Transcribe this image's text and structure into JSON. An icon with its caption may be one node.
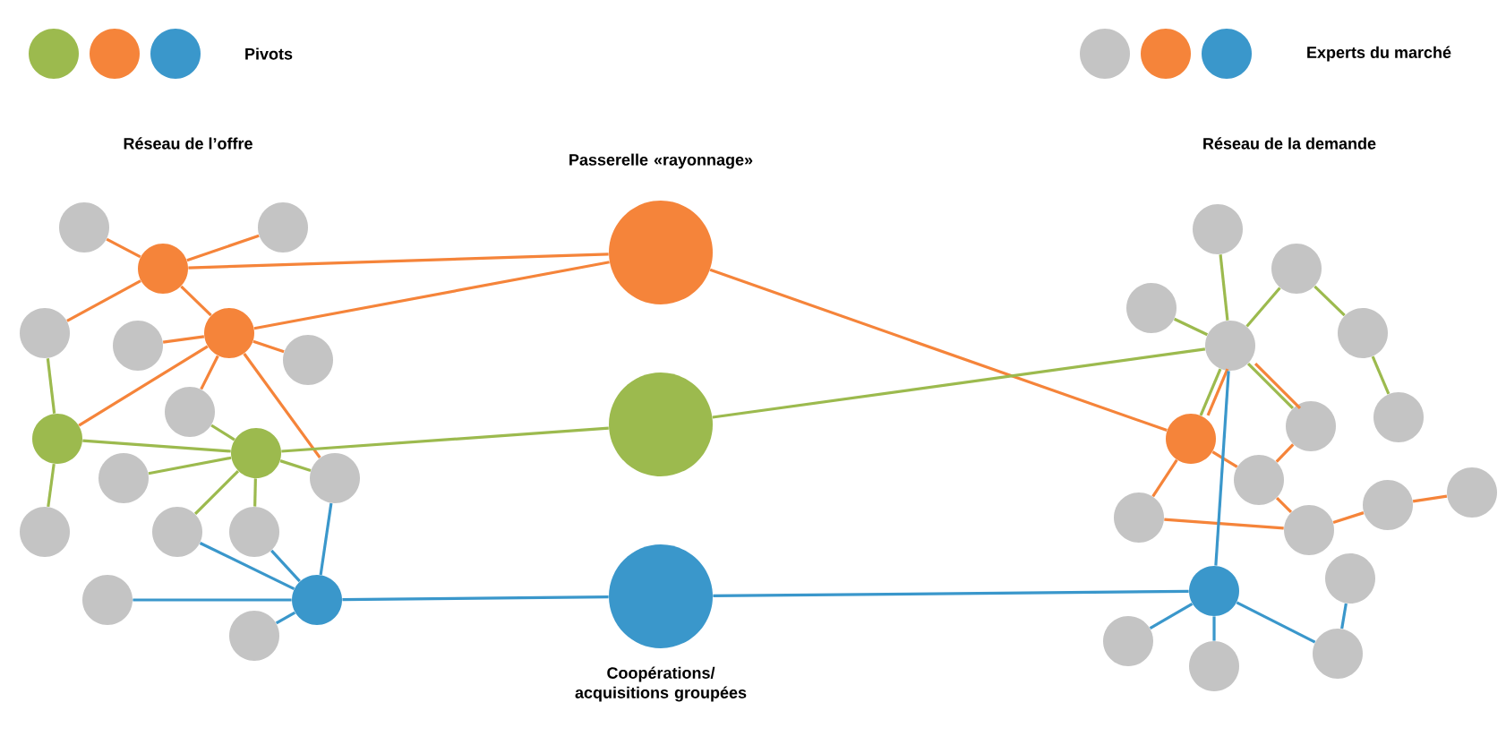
{
  "diagram": {
    "nodes": [
      {
        "text": [],
        "shape": "circle"
      },
      {
        "text": [],
        "shape": "circle"
      },
      {
        "text": [],
        "shape": "circle"
      },
      {
        "text": [],
        "shape": "circle"
      },
      {
        "text": [],
        "shape": "circle"
      },
      {
        "text": [],
        "shape": "circle"
      },
      {
        "text": [],
        "shape": "circle"
      },
      {
        "text": [],
        "shape": "circle"
      },
      {
        "text": [],
        "shape": "circle"
      },
      {
        "text": [],
        "shape": "circle"
      },
      {
        "text": [],
        "shape": "circle"
      },
      {
        "text": [],
        "shape": "circle"
      },
      {
        "text": [],
        "shape": "circle"
      },
      {
        "text": [],
        "shape": "circle"
      },
      {
        "text": [],
        "shape": "circle"
      },
      {
        "text": [],
        "shape": "circle"
      },
      {
        "text": [],
        "shape": "circle"
      },
      {
        "text": [],
        "shape": "circle"
      },
      {
        "text": [],
        "shape": "circle",
        "beside": [
          "Passerelle «rayonnage»"
        ]
      },
      {
        "text": [],
        "shape": "circle"
      },
      {
        "text": [],
        "shape": "circle",
        "beside": [
          "Coopérations/ acquisitions groupées"
        ]
      },
      {
        "text": [],
        "shape": "circle"
      },
      {
        "text": [],
        "shape": "circle"
      },
      {
        "text": [],
        "shape": "circle"
      },
      {
        "text": [],
        "shape": "circle"
      },
      {
        "text": [],
        "shape": "circle"
      },
      {
        "text": [],
        "shape": "circle"
      },
      {
        "text": [],
        "shape": "circle"
      },
      {
        "text": [],
        "shape": "circle"
      },
      {
        "text": [],
        "shape": "circle"
      },
      {
        "text": [],
        "shape": "circle"
      },
      {
        "text": [],
        "shape": "circle"
      },
      {
        "text": [],
        "shape": "circle"
      },
      {
        "text": [],
        "shape": "circle"
      },
      {
        "text": [],
        "shape": "circle"
      },
      {
        "text": [],
        "shape": "circle"
      },
      {
        "text": [],
        "shape": "circle"
      },
      {
        "text": [],
        "shape": "circle"
      },
      {
        "text": [],
        "shape": "circle"
      }
    ],
    "edges": [
      {
        "from": 0,
        "to": 1,
        "arrow": "none",
        "color": "#f5843a"
      },
      {
        "from": 1,
        "to": 2,
        "arrow": "none",
        "color": "#f5843a"
      },
      {
        "from": 1,
        "to": 3,
        "arrow": "none",
        "color": "#f5843a"
      },
      {
        "from": 1,
        "to": 4,
        "arrow": "none",
        "color": "#f5843a"
      },
      {
        "from": 1,
        "to": 18,
        "arrow": "none",
        "color": "#f5843a"
      },
      {
        "from": 4,
        "to": 5,
        "arrow": "none",
        "color": "#f5843a"
      },
      {
        "from": 4,
        "to": 6,
        "arrow": "none",
        "color": "#f5843a"
      },
      {
        "from": 4,
        "to": 8,
        "arrow": "none",
        "color": "#f5843a"
      },
      {
        "from": 4,
        "to": 7,
        "arrow": "none",
        "color": "#f5843a"
      },
      {
        "from": 4,
        "to": 11,
        "arrow": "none",
        "color": "#f5843a"
      },
      {
        "from": 4,
        "to": 18,
        "arrow": "none",
        "color": "#f5843a"
      },
      {
        "from": 3,
        "to": 8,
        "arrow": "none",
        "color": "#9cba4e"
      },
      {
        "from": 8,
        "to": 12,
        "arrow": "none",
        "color": "#9cba4e"
      },
      {
        "from": 8,
        "to": 9,
        "arrow": "none",
        "color": "#9cba4e"
      },
      {
        "from": 9,
        "to": 7,
        "arrow": "none",
        "color": "#9cba4e"
      },
      {
        "from": 9,
        "to": 10,
        "arrow": "none",
        "color": "#9cba4e"
      },
      {
        "from": 9,
        "to": 11,
        "arrow": "none",
        "color": "#9cba4e"
      },
      {
        "from": 9,
        "to": 13,
        "arrow": "none",
        "color": "#9cba4e"
      },
      {
        "from": 9,
        "to": 14,
        "arrow": "none",
        "color": "#9cba4e"
      },
      {
        "from": 9,
        "to": 19,
        "arrow": "none",
        "color": "#9cba4e"
      },
      {
        "from": 13,
        "to": 16,
        "arrow": "none",
        "color": "#3a97cb"
      },
      {
        "from": 14,
        "to": 16,
        "arrow": "none",
        "color": "#3a97cb"
      },
      {
        "from": 11,
        "to": 16,
        "arrow": "none",
        "color": "#3a97cb"
      },
      {
        "from": 15,
        "to": 16,
        "arrow": "none",
        "color": "#3a97cb"
      },
      {
        "from": 16,
        "to": 17,
        "arrow": "none",
        "color": "#3a97cb"
      },
      {
        "from": 16,
        "to": 20,
        "arrow": "none",
        "color": "#3a97cb"
      },
      {
        "from": 18,
        "to": 27,
        "arrow": "none",
        "color": "#f5843a"
      },
      {
        "from": 19,
        "to": 24,
        "arrow": "none",
        "color": "#9cba4e"
      },
      {
        "from": 20,
        "to": 35,
        "arrow": "none",
        "color": "#3a97cb"
      },
      {
        "from": 21,
        "to": 24,
        "arrow": "none",
        "color": "#9cba4e"
      },
      {
        "from": 23,
        "to": 24,
        "arrow": "none",
        "color": "#9cba4e"
      },
      {
        "from": 24,
        "to": 22,
        "arrow": "none",
        "color": "#9cba4e"
      },
      {
        "from": 22,
        "to": 25,
        "arrow": "none",
        "color": "#9cba4e"
      },
      {
        "from": 25,
        "to": 26,
        "arrow": "none",
        "color": "#9cba4e"
      },
      {
        "from": 24,
        "to": 28,
        "arrow": "none",
        "color": "#9cba4e"
      },
      {
        "from": 24,
        "to": 27,
        "arrow": "none",
        "color": "#9cba4e"
      },
      {
        "from": 24,
        "to": 27,
        "arrow": "none",
        "color": "#f5843a"
      },
      {
        "from": 24,
        "to": 28,
        "arrow": "none",
        "color": "#f5843a"
      },
      {
        "from": 28,
        "to": 29,
        "arrow": "none",
        "color": "#f5843a"
      },
      {
        "from": 27,
        "to": 29,
        "arrow": "none",
        "color": "#f5843a"
      },
      {
        "from": 29,
        "to": 33,
        "arrow": "none",
        "color": "#f5843a"
      },
      {
        "from": 27,
        "to": 32,
        "arrow": "none",
        "color": "#f5843a"
      },
      {
        "from": 32,
        "to": 33,
        "arrow": "none",
        "color": "#f5843a"
      },
      {
        "from": 33,
        "to": 30,
        "arrow": "none",
        "color": "#f5843a"
      },
      {
        "from": 30,
        "to": 31,
        "arrow": "none",
        "color": "#f5843a"
      },
      {
        "from": 24,
        "to": 35,
        "arrow": "none",
        "color": "#3a97cb"
      },
      {
        "from": 35,
        "to": 36,
        "arrow": "none",
        "color": "#3a97cb"
      },
      {
        "from": 35,
        "to": 37,
        "arrow": "none",
        "color": "#3a97cb"
      },
      {
        "from": 35,
        "to": 38,
        "arrow": "none",
        "color": "#3a97cb"
      },
      {
        "from": 38,
        "to": 34,
        "arrow": "none",
        "color": "#3a97cb"
      }
    ],
    "labels": [
      "Réseau de l’offre",
      "Réseau de la demande"
    ],
    "legend": [
      {
        "text": "Pivots"
      },
      {
        "text": "Experts du marché"
      }
    ]
  }
}
